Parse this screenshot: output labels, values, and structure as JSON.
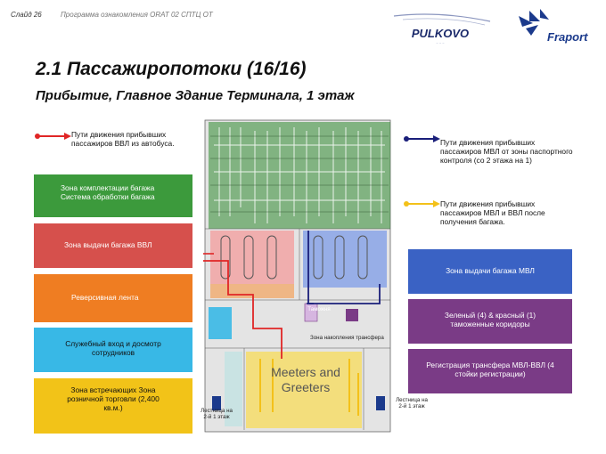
{
  "header": {
    "slide_number": "Слайд 26",
    "program_title": "Программа ознакомления ORAT 02 СПТЦ ОТ"
  },
  "logos": {
    "pulkovo_text": "PULKOVO",
    "fraport_text": "Fraport"
  },
  "title": "2.1 Пассажиропотоки (16/16)",
  "subtitle": "Прибытие, Главное Здание Терминала, 1 этаж",
  "legend": {
    "red_path": "Пути движения прибывших пассажиров ВВЛ из автобуса.",
    "navy_path": "Пути движения прибывших пассажиров МВЛ от зоны паспортного контроля (со 2 этажа на 1)",
    "yellow_path": "Пути движения прибывших пассажиров МВЛ и ВВЛ после получения багажа."
  },
  "zones": {
    "baggage_complect": "Зона комплектации багажа Система обработки багажа",
    "baggage_claim_domestic": "Зона выдачи багажа ВВЛ",
    "reverse_belt": "Реверсивная лента",
    "staff_entrance": "Служебный вход и досмотр сотрудников",
    "meeters_zone": "Зона встречающих Зона розничной торговли (2,400 кв.м.)",
    "baggage_claim_intl": "Зона выдачи багажа МВЛ",
    "customs_corridors": "Зеленый (4) & красный (1) таможенные коридоры",
    "transfer_registration": "Регистрация трансфера МВЛ-ВВЛ (4 стойки регистрации)"
  },
  "plan_labels": {
    "customs": "Таможня",
    "transfer_accumulation": "Зона накопления трансфера",
    "meeters_greeters": "Meeters and Greeters",
    "stairs_left": "Лестница на 2-й 1 этаж",
    "stairs_right": "Лестница на 2-й 1 этаж"
  },
  "colors": {
    "green_zone": "#3c9a3c",
    "red_zone": "#d6504c",
    "orange_zone": "#ef7d22",
    "yellow_zone": "#f2c318",
    "blue_zone": "#3a62c4",
    "purple_zone": "#7a3b86",
    "red_path": "#e02626",
    "navy_path": "#1a1f7a",
    "yellow_path": "#f3c11a"
  }
}
